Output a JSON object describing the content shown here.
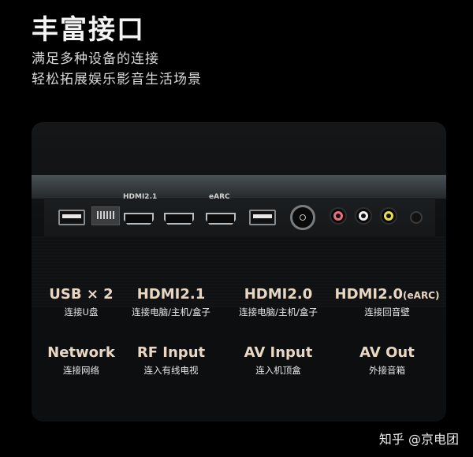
{
  "header": {
    "title": "丰富接口",
    "subtitle_line1": "满足多种设备的连接",
    "subtitle_line2": "轻松拓展娱乐影音生活场景"
  },
  "panel": {
    "port_labels": {
      "hdmi21": "HDMI2.1",
      "earc": "eARC"
    },
    "ports": [
      {
        "type": "usb",
        "icon": "usb-port-icon"
      },
      {
        "type": "rj45",
        "icon": "ethernet-port-icon"
      },
      {
        "type": "hdmi",
        "icon": "hdmi-port-icon",
        "label": "HDMI2.1"
      },
      {
        "type": "hdmi",
        "icon": "hdmi-port-icon"
      },
      {
        "type": "hdmi",
        "icon": "hdmi-port-icon",
        "label": "eARC"
      },
      {
        "type": "usb",
        "icon": "usb-port-icon"
      },
      {
        "type": "rf",
        "icon": "rf-coax-port-icon"
      },
      {
        "type": "rca",
        "icon": "rca-port-icon",
        "color": "#e8707a"
      },
      {
        "type": "rca",
        "icon": "rca-port-icon",
        "color": "#f2f2f2"
      },
      {
        "type": "rca",
        "icon": "rca-port-icon",
        "color": "#e8e04a"
      },
      {
        "type": "jack",
        "icon": "audio-jack-icon"
      }
    ]
  },
  "features": [
    {
      "en": "USB × 2",
      "cn": "连接U盘"
    },
    {
      "en": "HDMI2.1",
      "cn": "连接电脑/主机/盒子"
    },
    {
      "en": "HDMI2.0",
      "cn": "连接电脑/主机/盒子"
    },
    {
      "en": "HDMI2.0",
      "en_suffix": "(eARC)",
      "cn": "连接回音壁"
    },
    {
      "en": "Network",
      "cn": "连接网络"
    },
    {
      "en": "RF Input",
      "cn": "连入有线电视"
    },
    {
      "en": "AV Input",
      "cn": "连入机顶盒"
    },
    {
      "en": "AV Out",
      "cn": "外接音箱"
    }
  ],
  "colors": {
    "accent_text": "#e8d7c3",
    "background": "#000000"
  },
  "watermark": "知乎 @京电团"
}
